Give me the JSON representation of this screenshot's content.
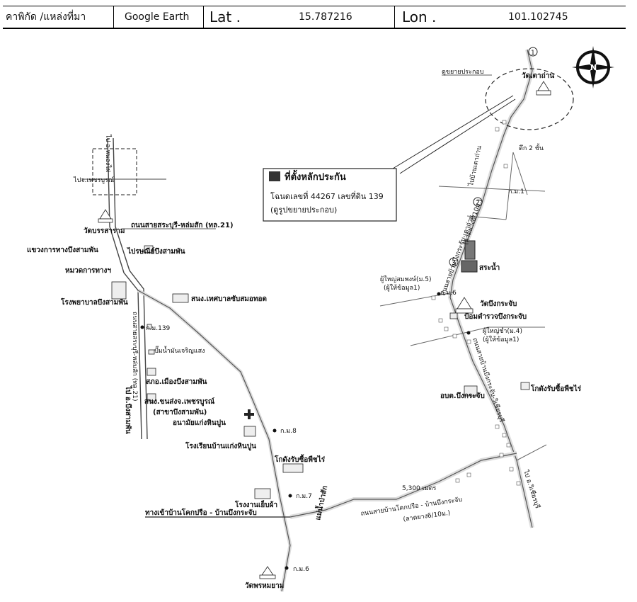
{
  "header": {
    "coord_label": "คาพิกัด /แหล่งที่มา",
    "source": "Google Earth",
    "lat_label": "Lat .",
    "lat_value": "15.787216",
    "lon_label": "Lon .",
    "lon_value": "101.102745"
  },
  "compass": {
    "letter": "N"
  },
  "legend": {
    "title": "ที่ตั้งหลักประกัน",
    "line1": "โฉนดเลขที่ 44267 เลขที่ดิน 139",
    "line2": "(ดูรูปขยายประกอบ)"
  },
  "labels": {
    "see_expanded": "ดูขยายประกอบ",
    "wat_tao_than": "วัดเตาถ่าน",
    "tuek_2_chan": "ตึก 2 ชั้น",
    "pai_ban_tao_than": "ไปบ้านเตาถ่าน",
    "km1": "ก.ม.1",
    "road_tao_than": "ถนนสายบ้านบึงกระจับ-เตาถ่าน",
    "road_tao_than_width": "(ลาดยาง6/10ม.)",
    "sa_nam": "สระน้ำ",
    "pu_yai_moo5": "ผู้ใหญ่สมพงษ์(ม.5)",
    "pu_hai_kho_mun1": "(ผู้ให้ข้อมูล1)",
    "km6_right": "ก.ม.6",
    "wat_bueng_krachap": "วัดบึงกระจับ",
    "police_bueng_krachap": "ป้อมตำรวจบึงกระจับ",
    "pu_yai_moo4": "ผู้ใหญ่ชำ(ม.4)",
    "pu_hai_kho_mun2": "(ผู้ให้ข้อมูล1)",
    "road_bueng_krachap_wichian": "ถนนสายบ้านบึงกระจับ-วิเชียรบุรี",
    "obt_bueng_krachap": "อบต.บึงกระจับ",
    "crop_warehouse_right": "โกดังรับซื้อพืชไร่",
    "pai_wichian_buri": "ไป อ.วิเชียรบุรี",
    "distance": "5,300 เมตร",
    "road_khok_preuo": "ถนนสายบ้านโคกปรือ - บ้านบึงกระจับ",
    "road_khok_preuo_width": "(ลาดยาง6/10ม.)",
    "pai_nong_phai": "ไป อ.หนองไผ่",
    "pai_phetchabun": "ไปจ.เพชรบูรณ์",
    "road_saraburi_lomsak": "ถนนสายสระบุรี-หล่มสัก (ทล.21)",
    "wat_bun_samran": "วัดบรรสาราม",
    "highway_office": "แขวงการทางบึงสามพัน",
    "highway_unit": "หมวดการทางฯ",
    "post_office": "ไปรษณีย์บึงสามพัน",
    "hospital": "โรงพยาบาลบึงสามพัน",
    "municipal_office": "สนง.เทศบาลซับสมอทอด",
    "km139": "ก.ม.139",
    "phetcharat_hwy": "ถนนสายสระบุรี-หล่มสัก (ทล.21)",
    "pai_bueng_sam_phan": "ไป อ.บึงสามพัน",
    "gas_station": "ปั๊มน้ำมันเจริญแสง",
    "school_muang": "สภอ.เมืองบึงสามพัน",
    "bank_office": "สนง.ขนส่งจ.เพชรบูรณ์",
    "bank_branch": "(สาขาบึงสามพัน)",
    "health_center": "อนามัยแก่งหินปูน",
    "school_kaeng_hin_pun": "โรงเรียนบ้านแก่งหินปูน",
    "km8": "ก.ม.8",
    "crop_warehouse_mid": "โกดังรับซื้อพืชไร่",
    "saw_mill": "โรงงานเย็บผ้า",
    "km7": "ก.ม.7",
    "junction_name": "แม่น้ำป่าสัก",
    "entry_road": "ทางเข้าบ้านโคกปรือ - บ้านบึงกระจับ",
    "km6_bottom": "ก.ม.6",
    "wat_phrom": "วัดพรหมยาม",
    "pin_1": "1",
    "pin_2": "2",
    "pin_3": "3"
  }
}
